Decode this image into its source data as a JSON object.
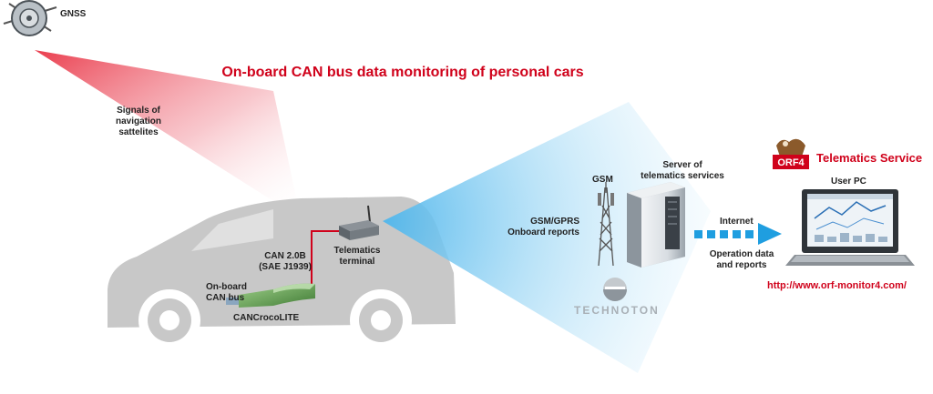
{
  "title": "On-board CAN bus data monitoring of personal cars",
  "labels": {
    "gnss": "GNSS",
    "signals": [
      "Signals of",
      "navigation",
      "sattelites"
    ],
    "onboard_can": [
      "On-board",
      "CAN bus"
    ],
    "cancroco": "CANCrocoLITE",
    "can_protocol": [
      "CAN 2.0B",
      "(SAE J1939)"
    ],
    "telematics_terminal": [
      "Telematics",
      "terminal"
    ],
    "gsm": "GSM",
    "gsm_gprs": [
      "GSM/GPRS",
      "Onboard reports"
    ],
    "server": [
      "Server of",
      "telematics services"
    ],
    "internet": "Internet",
    "operation_data": [
      "Operation data",
      "and reports"
    ],
    "telematics_service": "Telematics Service",
    "user_pc": "User PC",
    "url": "http://www.orf-monitor4.com/",
    "technoton": "TECHNOTON",
    "orf_logo": "ORF4"
  },
  "colors": {
    "title": "#d0021b",
    "cable": "#d0021b",
    "arrow": "#1f9ee0",
    "car_body": "#c8c8c8",
    "beam": "#7ccaf0",
    "gnss_cone": "#e8283a"
  },
  "icons": {
    "satellite": "gnss-satellite-icon",
    "terminal": "telematics-terminal-icon",
    "tower": "gsm-tower-icon",
    "server": "server-icon",
    "laptop": "laptop-icon",
    "device": "cancroco-device-icon"
  }
}
